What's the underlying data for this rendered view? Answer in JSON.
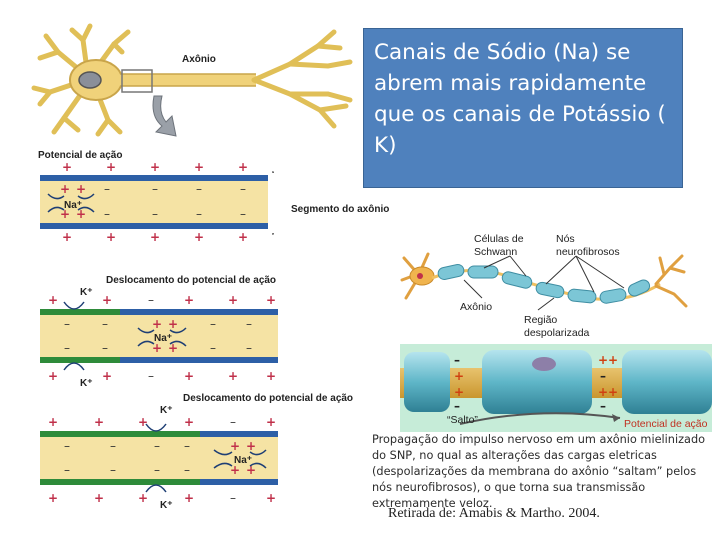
{
  "callout": {
    "text": "Canais de Sódio (Na) se abrem mais rapidamente que os canais  de Potássio ( K)"
  },
  "neuron": {
    "axon_label": "Axônio"
  },
  "left_panel": {
    "potential_label": "Potencial de ação",
    "segment_label": "Segmento do axônio",
    "shift_label_1": "Deslocamento do potencial de ação",
    "shift_label_2": "Deslocamento do potencial de ação",
    "na_ion": "Na⁺",
    "k_ion": "K⁺",
    "plus": "+",
    "minus": "–"
  },
  "right_panel": {
    "schwann_label": "Células de Schwann",
    "nodes_label": "Nós neurofibrosos",
    "axon_label": "Axônio",
    "region_label": "Região despolarizada",
    "salto_label": "“Salto”",
    "potential_label": "Potencial de ação",
    "caption": "Propagação do impulso nervoso em um axônio mielinizado do SNP, no qual as alterações das cargas eletricas (despolarizações da membrana do axônio “saltam” pelos nós neurofibrosos), o que torna sua transmissão extremamente veloz.",
    "credit": "Retirada de: Amabis & Martho. 2004."
  },
  "colors": {
    "callout_bg": "#4f81bd",
    "axon_yellow": "#f3dc8e",
    "membrane_blue": "#2d5fa6",
    "membrane_green": "#2e8b3a",
    "plus_red": "#c0304a",
    "myelin_cyan": "#7cc6d6"
  }
}
